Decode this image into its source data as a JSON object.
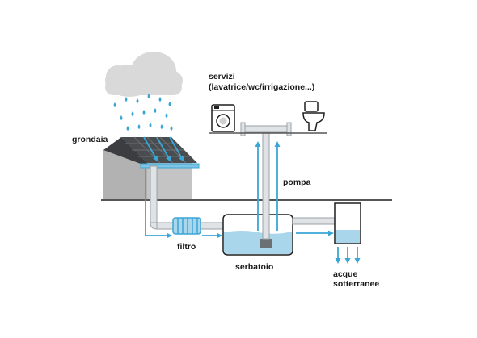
{
  "labels": {
    "servizi_line1": "servizi",
    "servizi_line2": "(lavatrice/wc/irrigazione...)",
    "grondaia": "grondaia",
    "pompa": "pompa",
    "filtro": "filtro",
    "serbatoio": "serbatoio",
    "acque_line1": "acque",
    "acque_line2": "sotterranee"
  },
  "colors": {
    "water": "#3aa6d6",
    "water_fill": "#a9d6ea",
    "pipe": "#dfe3e6",
    "pipe_outline": "#9aa0a4",
    "house_wall": "#b4b4b4",
    "roof": "#4a4d50",
    "ground": "#555555",
    "cloud": "#d6d6d6",
    "text": "#1a1a1a"
  },
  "icons": [
    "cloud-icon",
    "raindrop-icon",
    "house-icon",
    "washing-machine-icon",
    "toilet-icon",
    "filter-icon",
    "tank-icon",
    "pump-icon"
  ]
}
